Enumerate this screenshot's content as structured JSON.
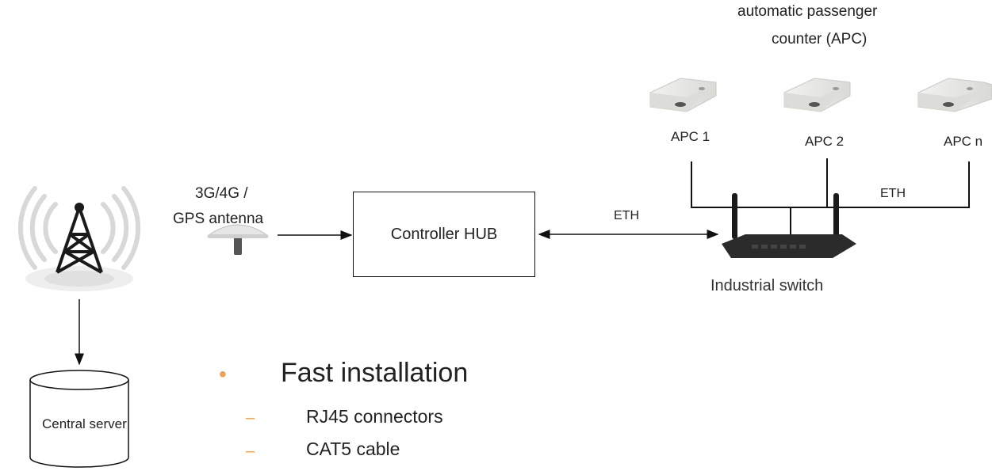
{
  "apc": {
    "title_line1": "automatic passenger",
    "title_line2": "counter (APC)",
    "units": [
      "APC 1",
      "APC 2",
      "APC n"
    ]
  },
  "links": {
    "eth_top": "ETH",
    "eth_hub": "ETH"
  },
  "antenna": {
    "line1": "3G/4G /",
    "line2": "GPS antenna"
  },
  "hub": {
    "label": "Controller HUB"
  },
  "switch": {
    "label": "Industrial switch"
  },
  "server": {
    "label": "Central server"
  },
  "notes": {
    "heading": "Fast installation",
    "items": [
      "RJ45 connectors",
      "CAT5 cable"
    ]
  },
  "colors": {
    "bullet": "#f0a050",
    "line": "#111111"
  }
}
